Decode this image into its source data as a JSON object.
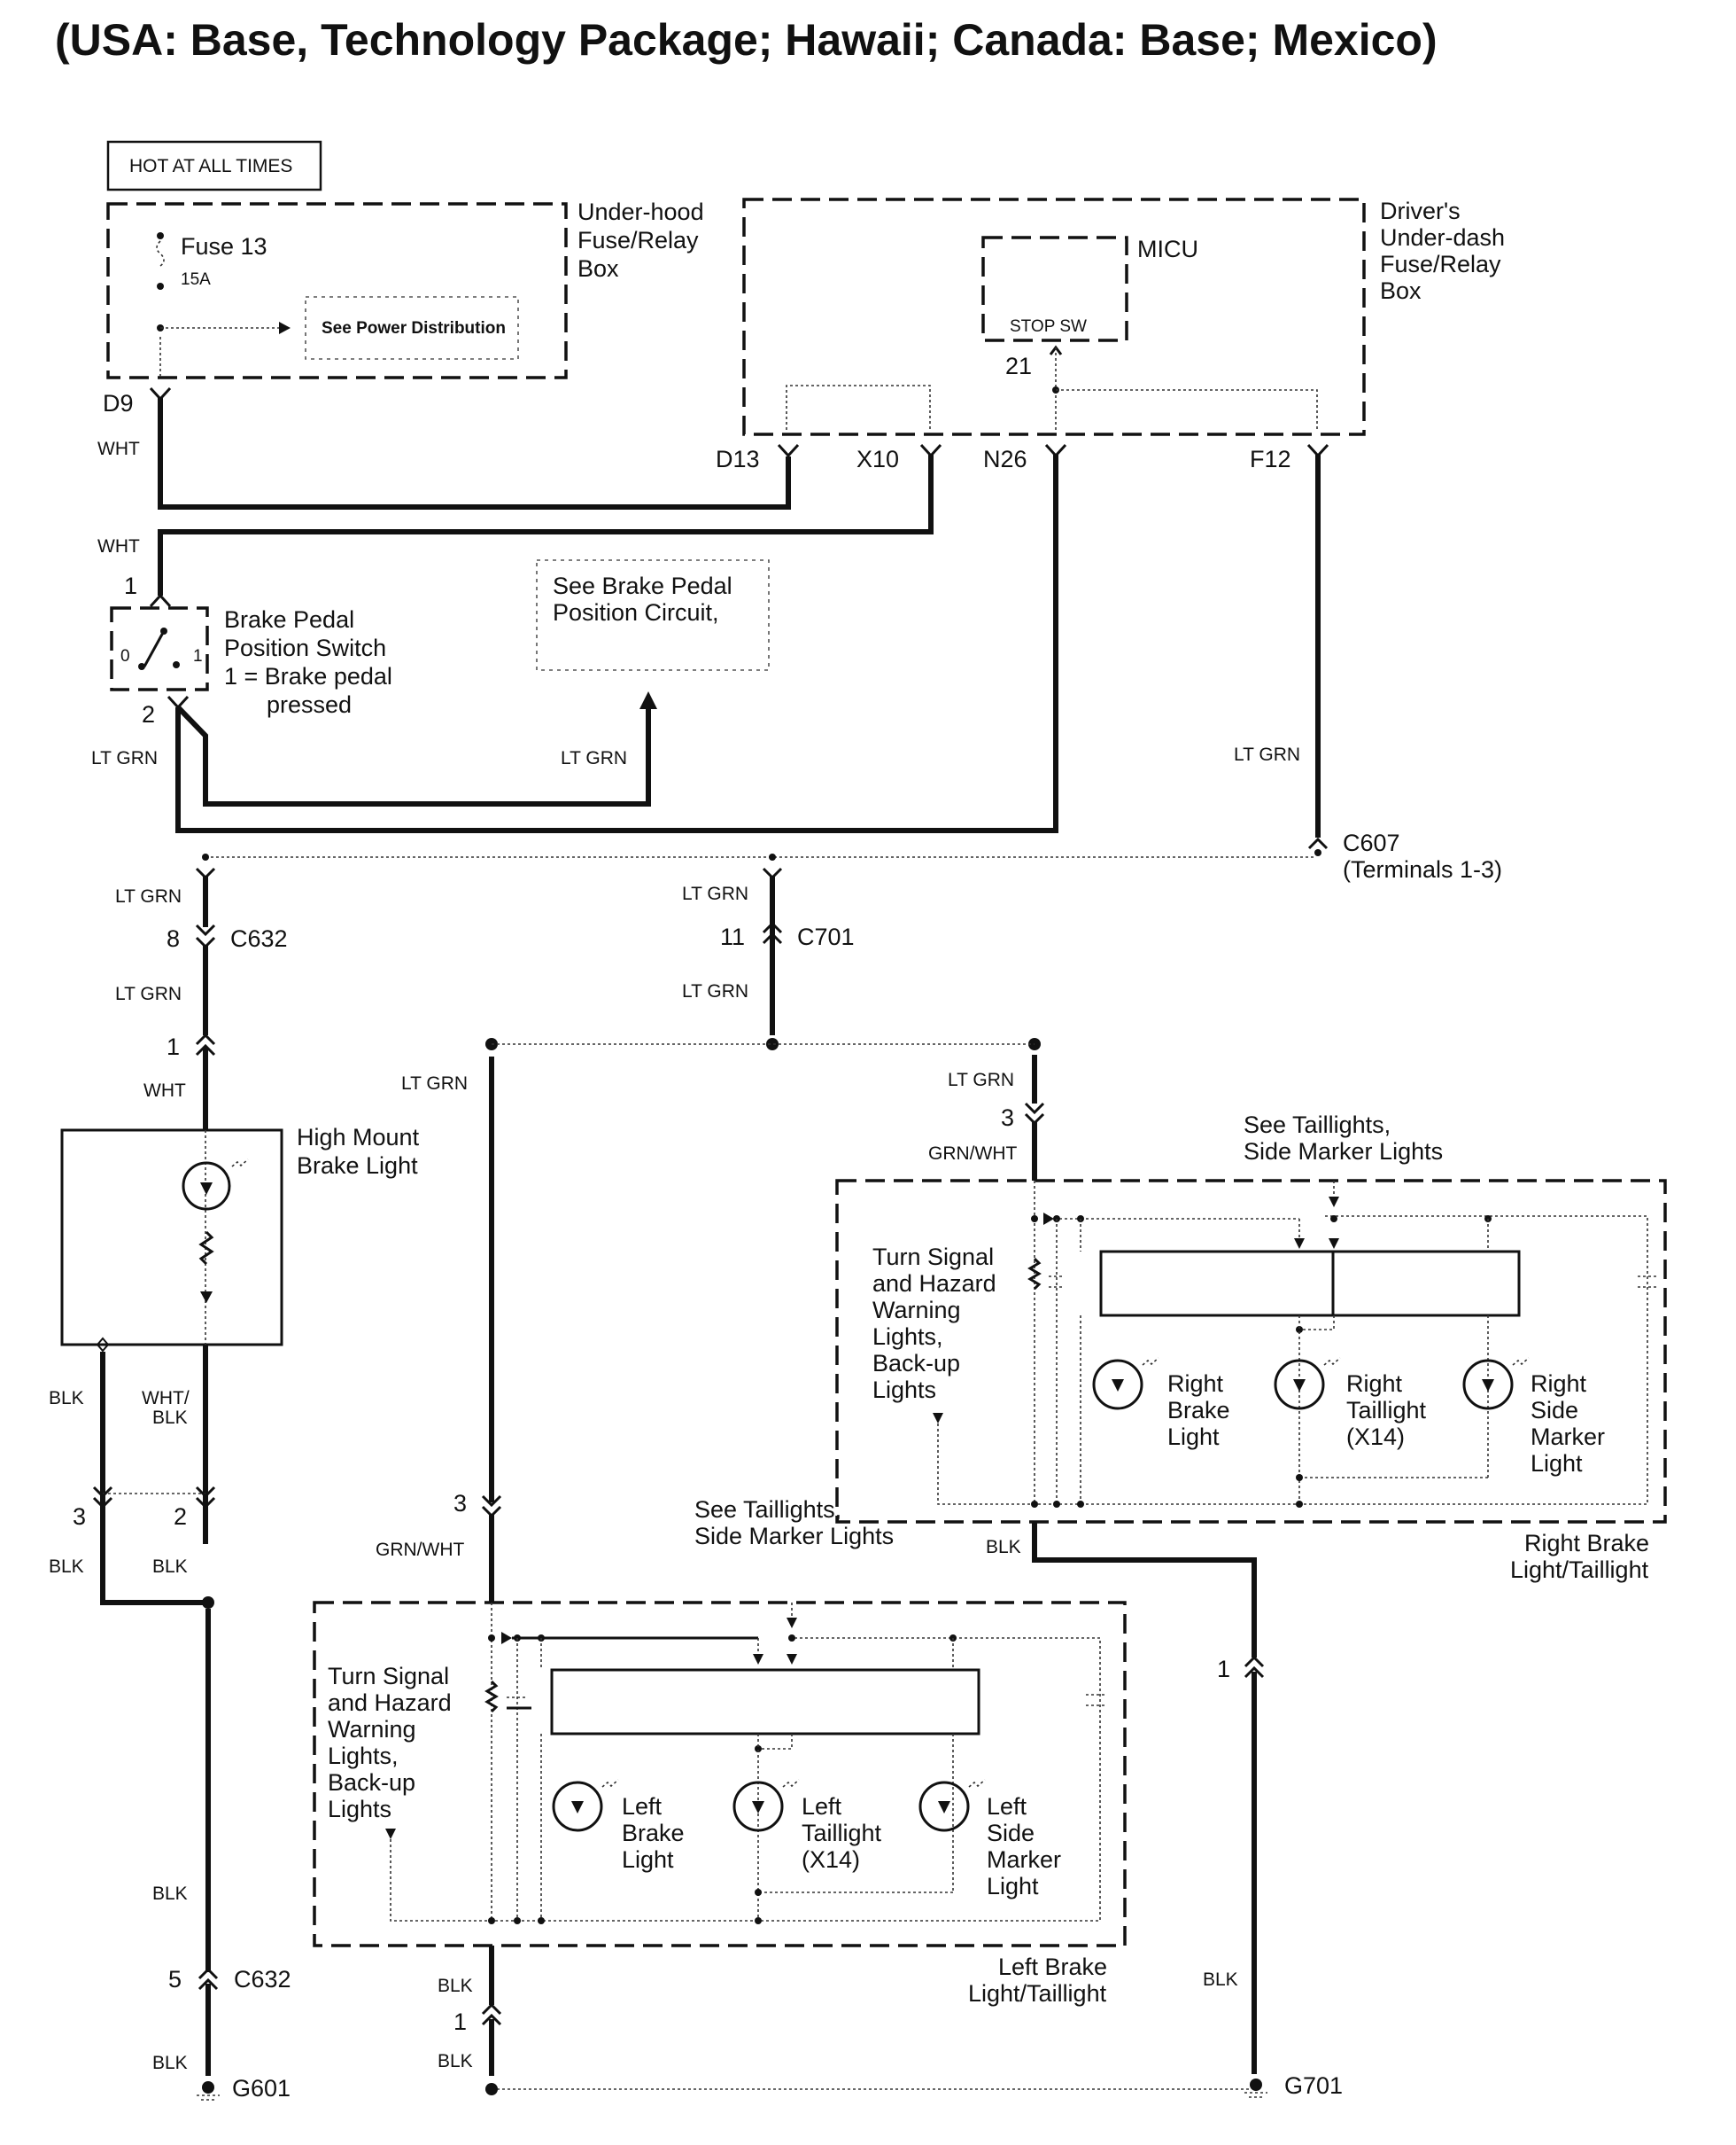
{
  "title": "(USA: Base, Technology Package; Hawaii; Canada: Base;  Mexico)",
  "power_source": {
    "label": "HOT AT ALL TIMES"
  },
  "underhood_box": {
    "name_lines": [
      "Under-hood",
      "Fuse/Relay",
      "Box"
    ],
    "fuse": {
      "label": "Fuse 13",
      "rating": "15A"
    },
    "reference": "See Power Distribution",
    "terminal": "D9"
  },
  "underdash_box": {
    "name_lines": [
      "Driver's",
      "Under-dash",
      "Fuse/Relay",
      "Box"
    ],
    "module": {
      "label": "MICU",
      "input": "STOP SW",
      "pin": "21"
    },
    "terminals": [
      "D13",
      "X10",
      "N26",
      "F12"
    ]
  },
  "brake_pedal_switch": {
    "name_lines": [
      "Brake Pedal",
      "Position Switch",
      "1 = Brake pedal",
      "pressed"
    ],
    "pin_in": "1",
    "pin_out": "2",
    "positions": [
      "0",
      "1"
    ]
  },
  "brake_pedal_ref": {
    "lines": [
      "See Brake Pedal",
      "Position Circuit,"
    ]
  },
  "wire_colors": {
    "wht": "WHT",
    "lt_grn": "LT GRN",
    "grn_wht": "GRN/WHT",
    "blk": "BLK",
    "wht_blk_1": "WHT/",
    "wht_blk_2": "BLK"
  },
  "connectors": {
    "c607": {
      "id": "C607",
      "note": "(Terminals 1-3)"
    },
    "c632_top": {
      "id": "C632",
      "pin": "8"
    },
    "c701": {
      "id": "C701",
      "pin": "11"
    },
    "hmbl_pin1": "1",
    "hmbl_pin3": "3",
    "hmbl_pin2": "2",
    "left_in_pin": "3",
    "right_in_pin": "3",
    "right_gnd_pin": "1",
    "left_gnd_pin": "1",
    "c632_bottom": {
      "id": "C632",
      "pin": "5"
    }
  },
  "high_mount": {
    "name_lines": [
      "High Mount",
      "Brake Light"
    ]
  },
  "right_assembly": {
    "name_lines": [
      "Right Brake",
      "Light/Taillight"
    ],
    "reference_lines": [
      "See Taillights,",
      "Side Marker Lights"
    ],
    "side_note_lines": [
      "Turn Signal",
      "and Hazard",
      "Warning",
      "Lights,",
      "Back-up",
      "Lights"
    ],
    "lamps": [
      {
        "lines": [
          "Right",
          "Brake",
          "Light"
        ]
      },
      {
        "lines": [
          "Right",
          "Taillight",
          "(X14)"
        ]
      },
      {
        "lines": [
          "Right",
          "Side",
          "Marker",
          "Light"
        ]
      }
    ]
  },
  "left_assembly": {
    "name_lines": [
      "Left Brake",
      "Light/Taillight"
    ],
    "reference_lines": [
      "See Taillights,",
      "Side Marker Lights"
    ],
    "side_note_lines": [
      "Turn Signal",
      "and Hazard",
      "Warning",
      "Lights,",
      "Back-up",
      "Lights"
    ],
    "lamps": [
      {
        "lines": [
          "Left",
          "Brake",
          "Light"
        ]
      },
      {
        "lines": [
          "Left",
          "Taillight",
          "(X14)"
        ]
      },
      {
        "lines": [
          "Left",
          "Side",
          "Marker",
          "Light"
        ]
      }
    ]
  },
  "grounds": {
    "g601": "G601",
    "g701": "G701"
  },
  "icons": {
    "fuse": "fuse-icon",
    "bulb": "bulb-icon",
    "ground": "ground-icon",
    "switch": "switch-icon",
    "connector": "connector-icon"
  }
}
